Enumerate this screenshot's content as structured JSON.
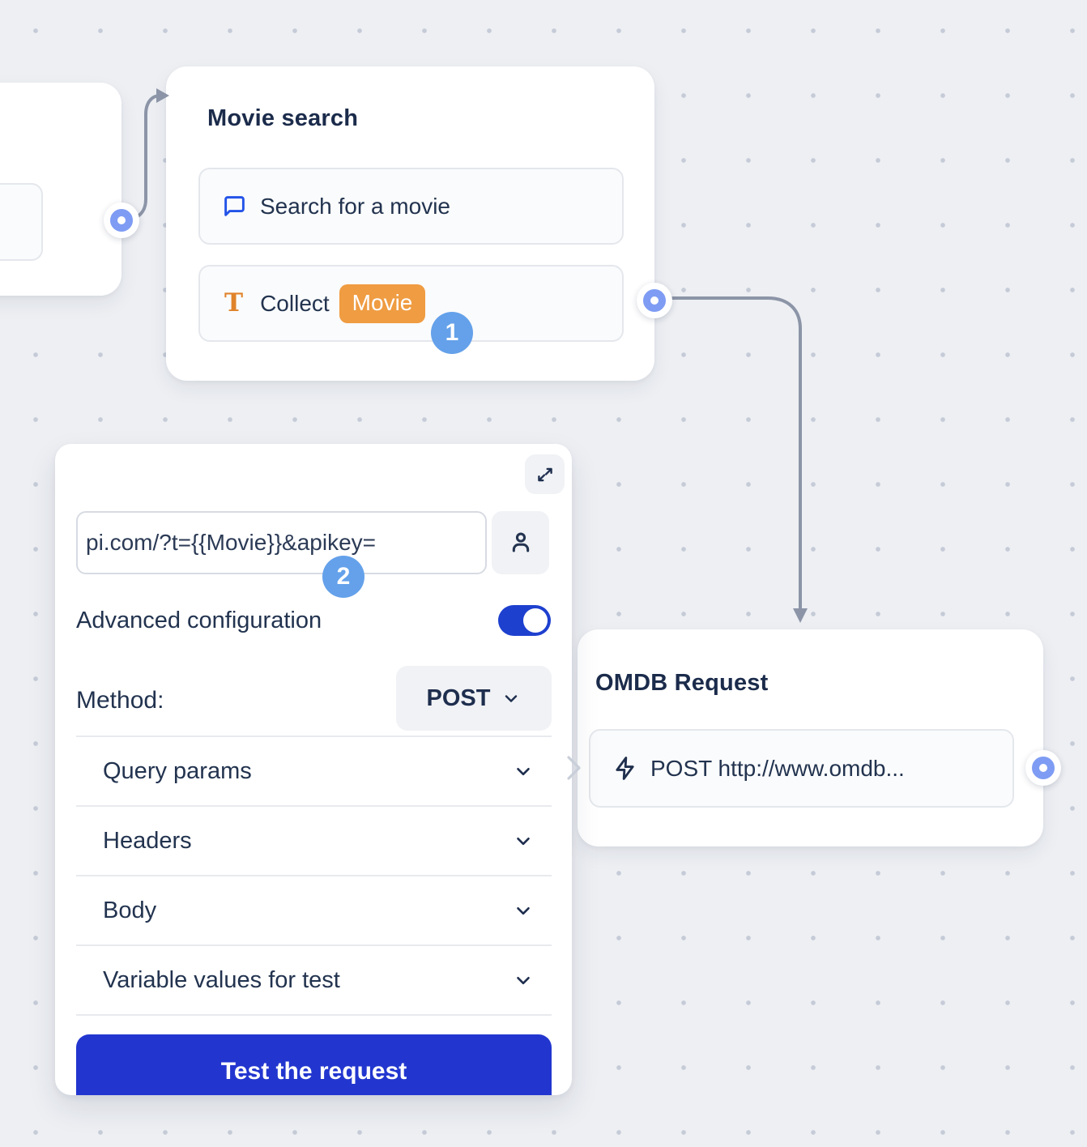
{
  "colors": {
    "canvas_background": "#edeff3",
    "accent_blue": "#2353e8",
    "toggle_blue": "#1e40cf",
    "button_blue": "#2236cf",
    "badge_blue": "#64a1ea",
    "port_ring_blue": "#7e9cf3",
    "variable_pill_orange": "#ef9c42",
    "collect_icon_orange": "#e0832b",
    "connector_gray": "#8c95a7",
    "title_navy": "#1b2b4b",
    "text_navy": "#22334f"
  },
  "movie_search_node": {
    "title": "Movie search",
    "message_block": {
      "label": "Search for a movie"
    },
    "collect_block": {
      "label": "Collect",
      "variable_pill": "Movie"
    },
    "step_badge": "1"
  },
  "request_config_panel": {
    "url_input_value": "pi.com/?t={{Movie}}&apikey=",
    "step_badge": "2",
    "advanced_configuration_label": "Advanced configuration",
    "method_label": "Method:",
    "method_value": "POST",
    "sections": [
      "Query params",
      "Headers",
      "Body",
      "Variable values for test"
    ],
    "test_button_label": "Test the request"
  },
  "omdb_request_node": {
    "title": "OMDB Request",
    "webhook_block": {
      "label": "POST http://www.omdb..."
    }
  }
}
